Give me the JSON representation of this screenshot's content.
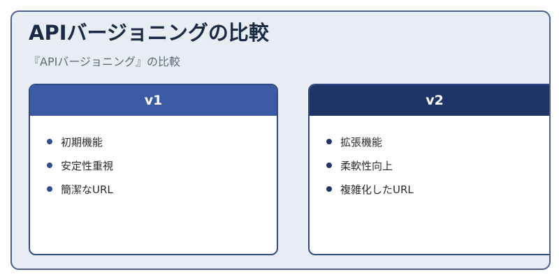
{
  "title": "APIバージョニングの比較",
  "subtitle": "『APIバージョニング』の比較",
  "cards": [
    {
      "label": "v1",
      "items": [
        "初期機能",
        "安定性重視",
        "簡潔なURL"
      ]
    },
    {
      "label": "v2",
      "items": [
        "拡張機能",
        "柔軟性向上",
        "複雑化したURL"
      ]
    }
  ],
  "colors": {
    "v1_header": "#3a5ba4",
    "v2_header": "#1f3568",
    "border": "#2d4a84",
    "background": "#e8edf3",
    "title_text": "#1b2a44"
  }
}
